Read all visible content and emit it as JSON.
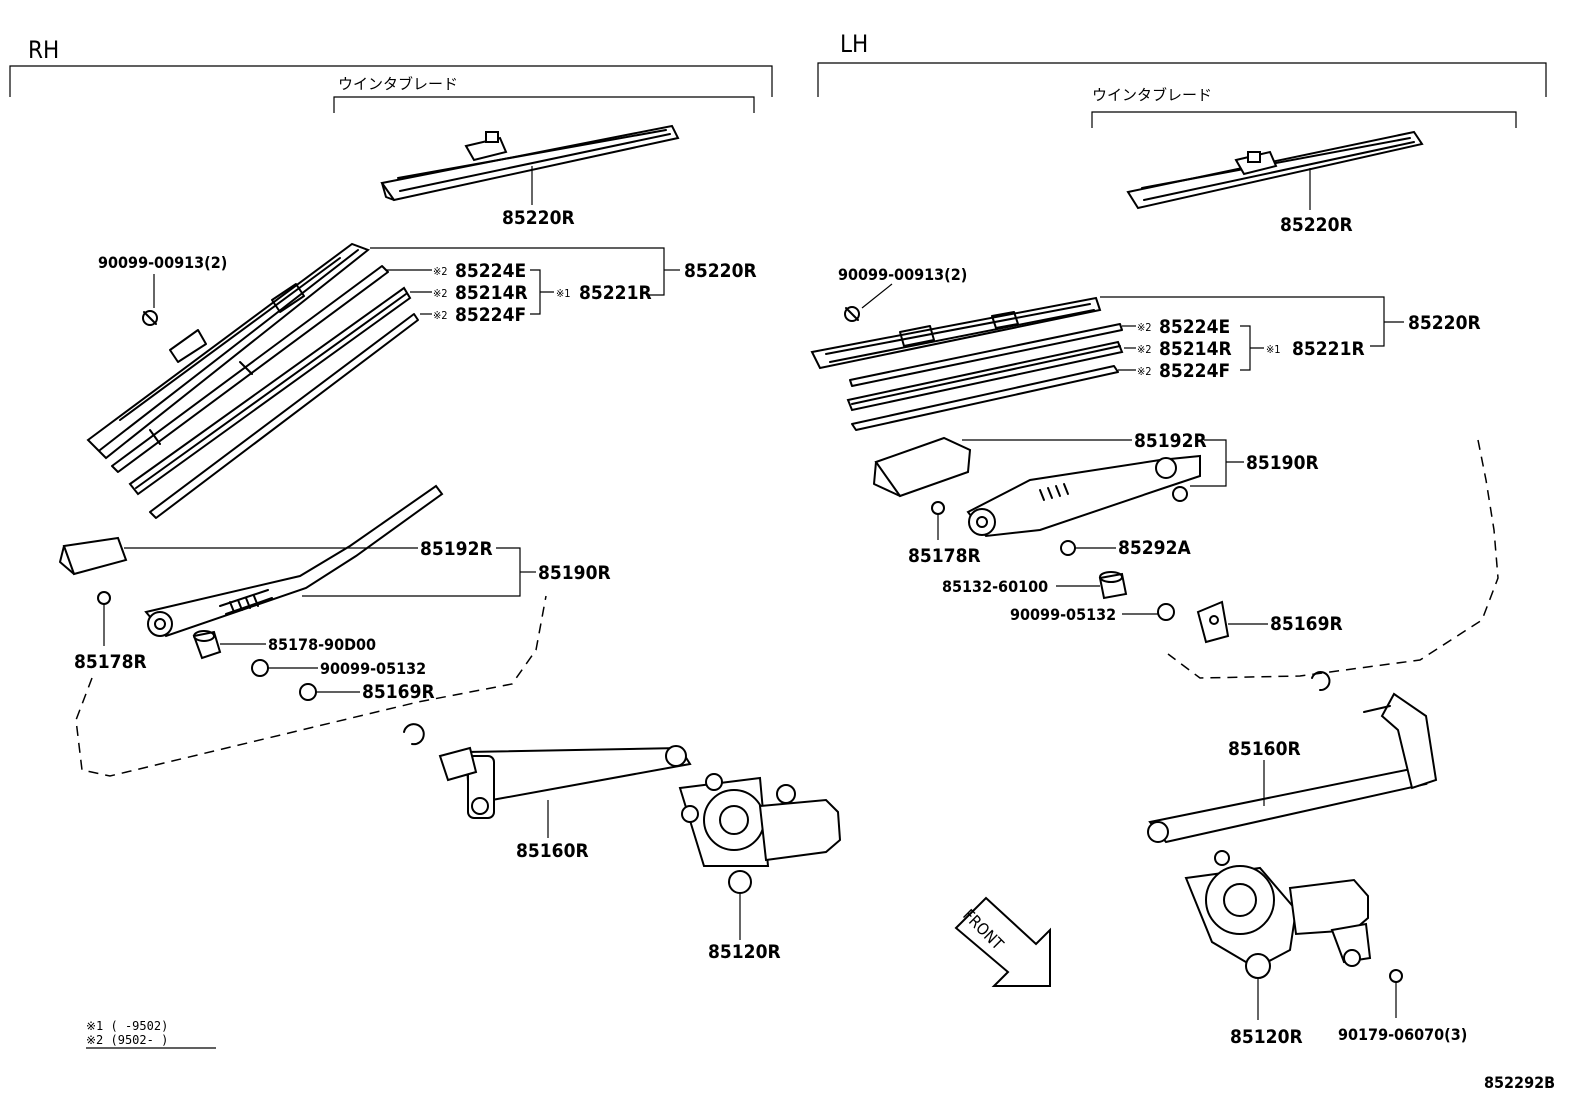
{
  "sides": {
    "rh": "RH",
    "lh": "LH"
  },
  "blade_group_jp": "ウインタブレード",
  "star1": "※1",
  "star2": "※2",
  "rh": {
    "blade_top": "85220R",
    "bolt": "90099-00913(2)",
    "insert_e": "85224E",
    "rubber": "85214R",
    "insert_f": "85224F",
    "rubber_set": "85221R",
    "blade_assy": "85220R",
    "cover": "85192R",
    "arm_assy": "85190R",
    "nut_small": "85178R",
    "bushing": "85178-90D00",
    "nut": "90099-05132",
    "pivot_nut": "85169R",
    "link": "85160R",
    "motor": "85120R"
  },
  "lh": {
    "blade_top": "85220R",
    "bolt": "90099-00913(2)",
    "insert_e": "85224E",
    "rubber": "85214R",
    "insert_f": "85224F",
    "rubber_set": "85221R",
    "blade_assy": "85220R",
    "cover": "85192R",
    "arm_assy": "85190R",
    "nut_small": "85178R",
    "cap": "85292A",
    "bushing": "85132-60100",
    "nut": "90099-05132",
    "pivot_nut": "85169R",
    "link": "85160R",
    "motor": "85120R",
    "bolt_motor": "90179-06070(3)",
    "front": "FRONT"
  },
  "notes": {
    "line1": "※1  (    -9502)",
    "line2": "※2  (9502-      )"
  },
  "illustration_id": "852292B"
}
